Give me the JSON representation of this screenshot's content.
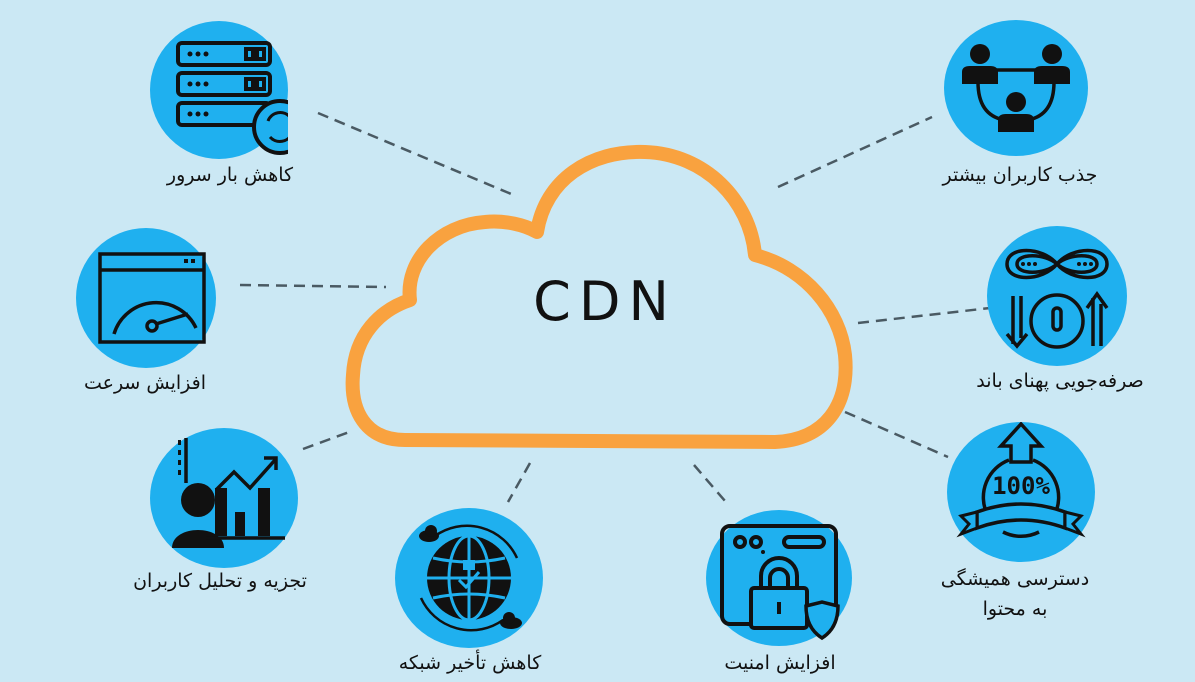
{
  "diagram": {
    "center": {
      "label": "CDN"
    },
    "colors": {
      "background": "#cbe8f4",
      "circle_fill": "#1fb0ef",
      "cloud_stroke": "#f9a23f",
      "icon_stroke": "#111111",
      "connector": "#4a5a63"
    },
    "benefits": [
      {
        "id": "server-load",
        "label": "کاهش بار سرور",
        "icon": "server-refresh-icon"
      },
      {
        "id": "speed",
        "label": "افزایش سرعت",
        "icon": "speedometer-browser-icon"
      },
      {
        "id": "analytics",
        "label": "تجزیه و تحلیل کاربران",
        "icon": "user-analytics-chart-icon"
      },
      {
        "id": "latency",
        "label": "کاهش تأخیر شبکه",
        "icon": "globe-cloud-sync-icon"
      },
      {
        "id": "security",
        "label": "افزایش امنیت",
        "icon": "browser-lock-shield-icon"
      },
      {
        "id": "availability",
        "label_line1": "دسترسی همیشگی",
        "label_line2": "به محتوا",
        "icon": "badge-100-percent-icon",
        "badge_text": "100%"
      },
      {
        "id": "bandwidth",
        "label": "صرفه‌جویی پهنای باند",
        "icon": "infinity-gauge-arrows-icon"
      },
      {
        "id": "users",
        "label": "جذب کاربران بیشتر",
        "icon": "users-network-icon"
      }
    ]
  }
}
